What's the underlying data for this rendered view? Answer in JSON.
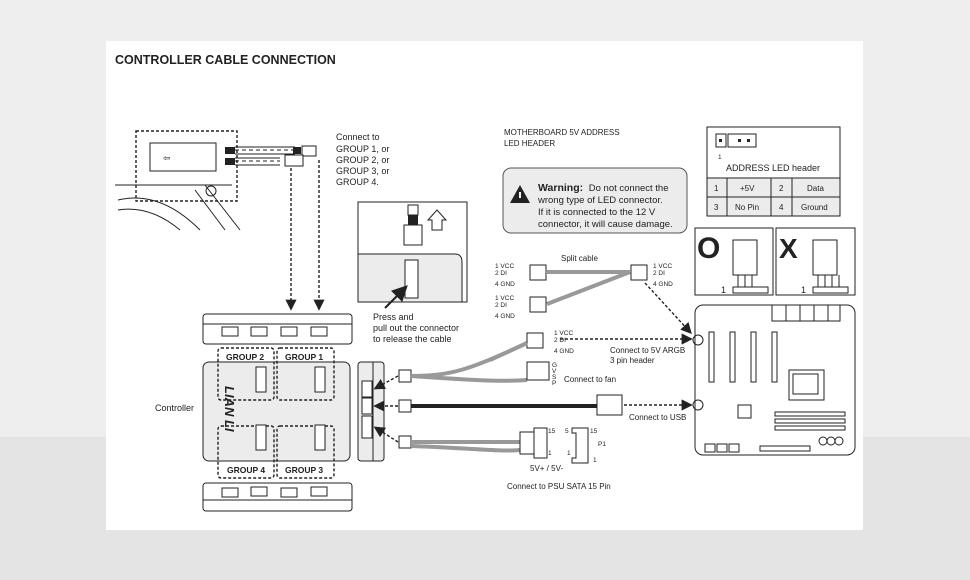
{
  "title": "CONTROLLER CABLE CONNECTION",
  "fan_connect_note": [
    "Connect to",
    "GROUP 1, or",
    "GROUP 2, or",
    "GROUP 3, or",
    "GROUP 4."
  ],
  "release_note": [
    "Press and",
    "pull out the connector",
    "to release the cable"
  ],
  "controller_label": "Controller",
  "groups": [
    "GROUP 2",
    "GROUP 1",
    "GROUP 4",
    "GROUP 3"
  ],
  "brand_logo": "LIAN LI",
  "motherboard_header_title": [
    "MOTHERBOARD 5V ADDRESS",
    "LED HEADER"
  ],
  "warning": {
    "bold": "Warning:",
    "lines": [
      "Do not connect the",
      "wrong type of LED connector.",
      "If it is connected to the 12 V",
      "connector, it will cause damage."
    ]
  },
  "address_header": {
    "pin_one": "1",
    "caption": "ADDRESS LED header",
    "rows": [
      [
        "1",
        "+5V",
        "2",
        "Data"
      ],
      [
        "3",
        "No Pin",
        "4",
        "Ground"
      ]
    ]
  },
  "correct_mark": "O",
  "wrong_mark": "X",
  "pin_one_label": "1",
  "split_cable": {
    "title": "Split cable",
    "pins": [
      "1  VCC",
      "2  DI",
      "4  GND"
    ]
  },
  "argb_label": [
    "Connect to 5V ARGB",
    "3 pin header"
  ],
  "fan_pins": [
    "G",
    "V",
    "S",
    "P"
  ],
  "fan_label": "Connect to fan",
  "usb_label": "Connect to USB",
  "sata": {
    "pin15": "15",
    "pin1": "1",
    "pin5": "5",
    "p1": "P1",
    "voltage": "5V+ / 5V-",
    "label": "Connect  to PSU SATA 15 Pin"
  }
}
